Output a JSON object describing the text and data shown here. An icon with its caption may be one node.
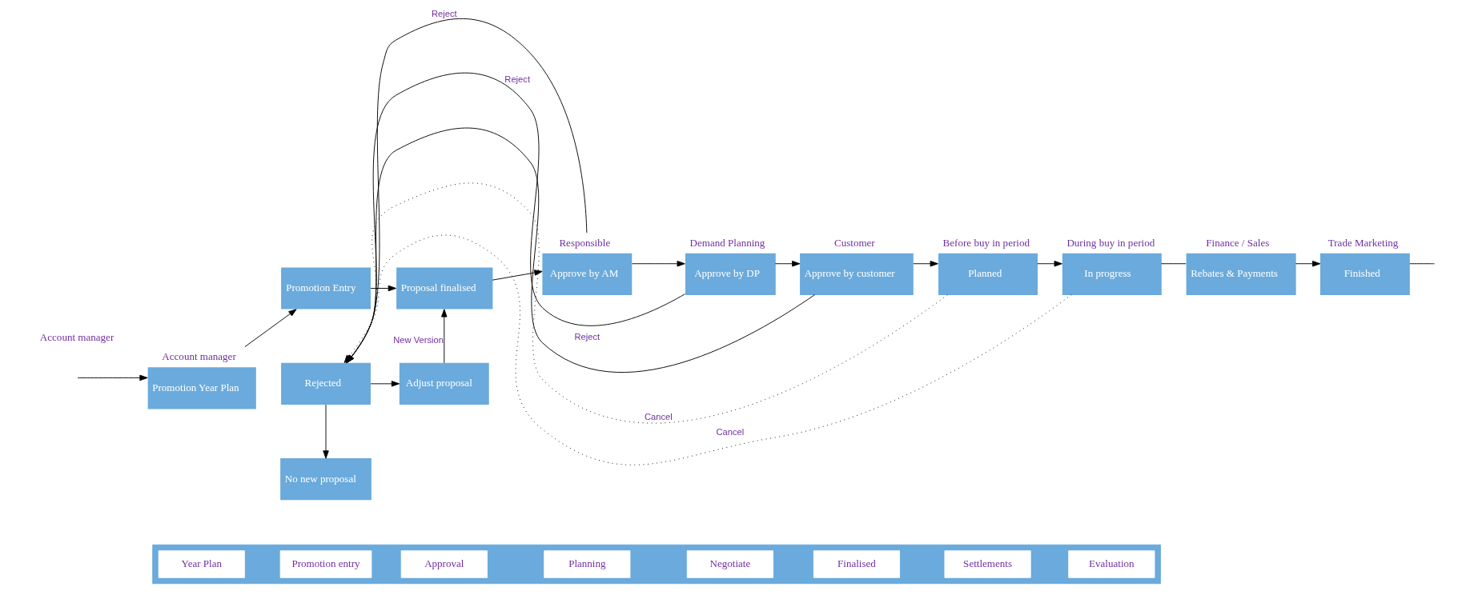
{
  "diagram": {
    "nodes": [
      {
        "text": [],
        "shape": "box"
      },
      {
        "text": [
          "Year Plan"
        ],
        "in": 0
      },
      {
        "text": [
          "Promotion entry"
        ],
        "in": 0
      },
      {
        "text": [
          "Approval"
        ],
        "in": 0
      },
      {
        "text": [
          "Planning"
        ],
        "in": 0
      },
      {
        "text": [
          "Negotiate"
        ],
        "in": 0
      },
      {
        "text": [
          "Finalised"
        ],
        "in": 0
      },
      {
        "text": [
          "Settlements"
        ],
        "in": 0
      },
      {
        "text": [
          "Evaluation"
        ],
        "in": 0
      },
      {
        "text": [
          "Promotion Year Plan"
        ],
        "beside": [
          "Account manager"
        ]
      },
      {
        "text": [
          "Promotion Entry"
        ]
      },
      {
        "text": [
          "Proposal finalised"
        ]
      },
      {
        "text": [
          "Approve by AM"
        ],
        "beside": [
          "Responsible"
        ]
      },
      {
        "text": [
          "Approve by DP"
        ],
        "beside": [
          "Demand Planning"
        ]
      },
      {
        "text": [
          "Approve by customer"
        ],
        "beside": [
          "Customer"
        ]
      },
      {
        "text": [
          "Planned"
        ],
        "beside": [
          "Before buy in period"
        ]
      },
      {
        "text": [
          "In progress"
        ],
        "beside": [
          "During buy in period"
        ]
      },
      {
        "text": [
          "Rebates & Payments"
        ],
        "beside": [
          "Finance / Sales"
        ]
      },
      {
        "text": [
          "Finished"
        ],
        "beside": [
          "Trade Marketing"
        ]
      },
      {
        "text": [
          "Rejected"
        ]
      },
      {
        "text": [
          "Adjust proposal"
        ]
      },
      {
        "text": [
          "No new proposal"
        ]
      }
    ],
    "edges": [
      {
        "from": null,
        "to": 9,
        "arrow": "to"
      },
      {
        "from": 9,
        "to": 10,
        "arrow": "to"
      },
      {
        "from": 10,
        "to": 11,
        "arrow": "to"
      },
      {
        "from": 11,
        "to": 12,
        "arrow": "to"
      },
      {
        "from": 12,
        "to": 13,
        "arrow": "to"
      },
      {
        "from": 13,
        "to": 14,
        "arrow": "to"
      },
      {
        "from": 14,
        "to": 15,
        "arrow": "to"
      },
      {
        "from": 15,
        "to": 16,
        "arrow": "to"
      },
      {
        "from": 16,
        "to": 17,
        "arrow": "none"
      },
      {
        "from": 17,
        "to": 18,
        "arrow": "to"
      },
      {
        "from": 18,
        "to": null,
        "arrow": "none"
      },
      {
        "from": 12,
        "to": 19,
        "arrow": "to",
        "label": "Reject"
      },
      {
        "from": 13,
        "to": 19,
        "arrow": "to",
        "label": "Reject"
      },
      {
        "from": 14,
        "to": 19,
        "arrow": "to",
        "label": "Reject"
      },
      {
        "from": 15,
        "to": 19,
        "arrow": "to",
        "label": "Cancel",
        "style": "dashed"
      },
      {
        "from": 16,
        "to": 19,
        "arrow": "to",
        "label": "Cancel",
        "style": "dashed"
      },
      {
        "from": 19,
        "to": 20,
        "arrow": "to"
      },
      {
        "from": 20,
        "to": 11,
        "arrow": "to",
        "label": "New Version"
      },
      {
        "from": 19,
        "to": 21,
        "arrow": "to"
      }
    ],
    "labels": [
      "Account manager"
    ]
  }
}
